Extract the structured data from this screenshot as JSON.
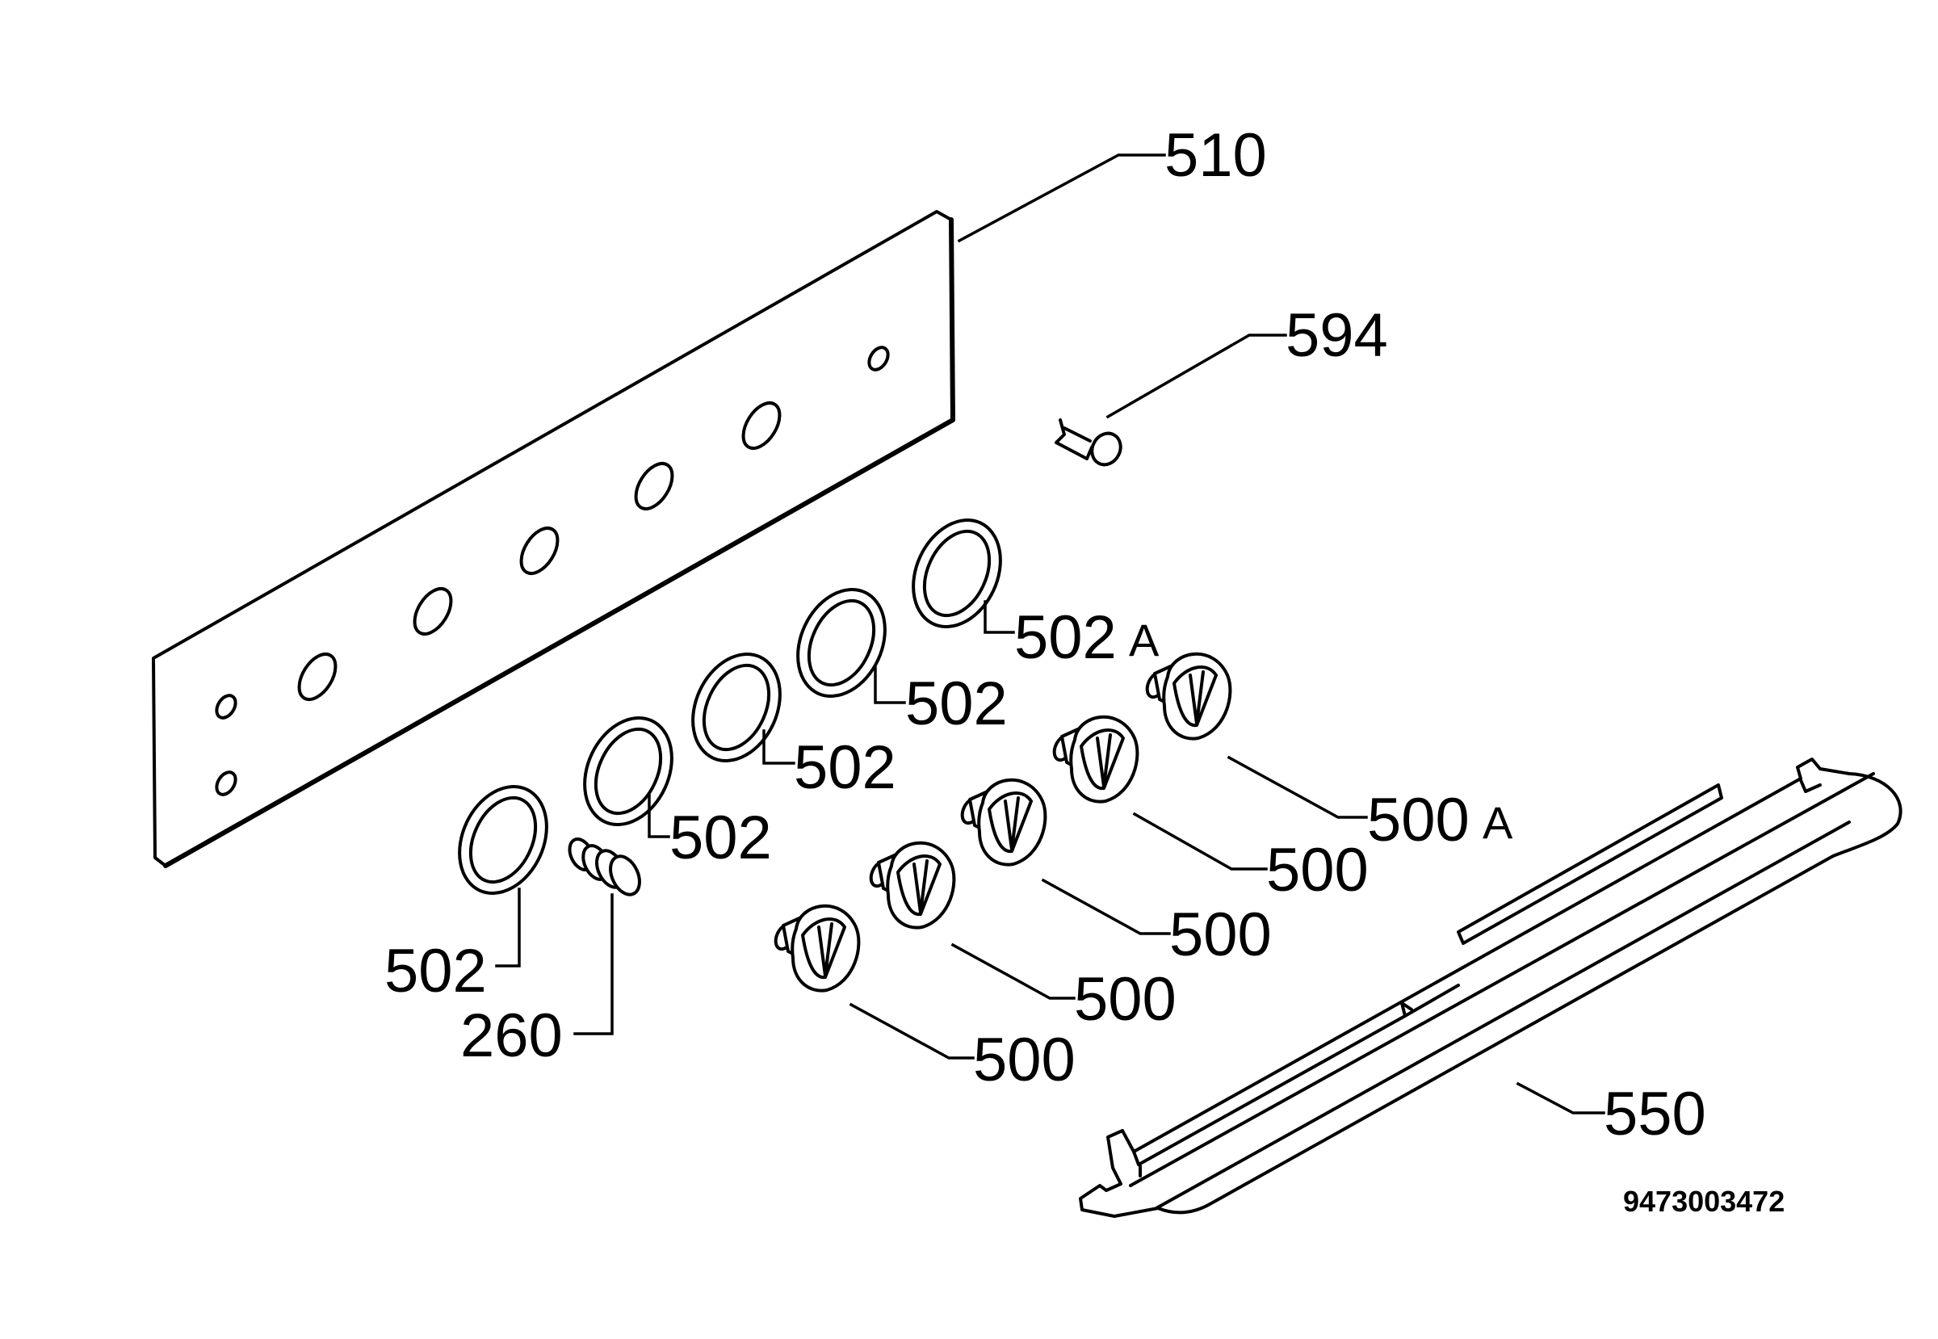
{
  "labels": {
    "p510": "510",
    "p594": "594",
    "p502a": "502",
    "p502a_suffix": "A",
    "p502_1": "502",
    "p502_2": "502",
    "p502_3": "502",
    "p502_4": "502",
    "p260": "260",
    "p500a": "500",
    "p500a_suffix": "A",
    "p500_1": "500",
    "p500_2": "500",
    "p500_3": "500",
    "p500_4": "500",
    "p550": "550"
  },
  "drawing_number": "9473003472",
  "colors": {
    "line": "#000000",
    "background": "#ffffff"
  }
}
